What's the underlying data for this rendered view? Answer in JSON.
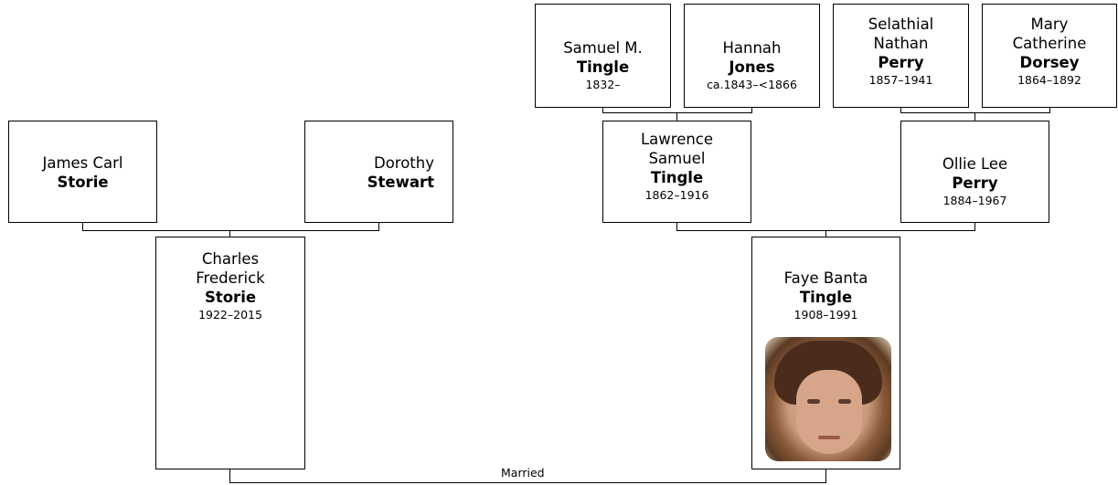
{
  "people": {
    "samuel_m": {
      "given": "Samuel M.",
      "surname": "Tingle",
      "dates": "1832–"
    },
    "hannah": {
      "given": "Hannah",
      "surname": "Jones",
      "dates": "ca.1843–<1866"
    },
    "selathial": {
      "given": "Selathial Nathan",
      "surname": "Perry",
      "dates": "1857–1941"
    },
    "mary": {
      "given": "Mary Catherine",
      "surname": "Dorsey",
      "dates": "1864–1892"
    },
    "james": {
      "given": "James Carl",
      "surname": "Storie",
      "dates": ""
    },
    "dorothy": {
      "given": "Dorothy",
      "surname": "Stewart",
      "dates": ""
    },
    "lawrence": {
      "given": "Lawrence Samuel",
      "surname": "Tingle",
      "dates": "1862–1916"
    },
    "ollie": {
      "given": "Ollie Lee",
      "surname": "Perry",
      "dates": "1884–1967"
    },
    "charles": {
      "given": "Charles Frederick",
      "surname": "Storie",
      "dates": "1922–2015"
    },
    "faye": {
      "given": "Faye Banta",
      "surname": "Tingle",
      "dates": "1908–1991"
    }
  },
  "relation_label": "Married"
}
